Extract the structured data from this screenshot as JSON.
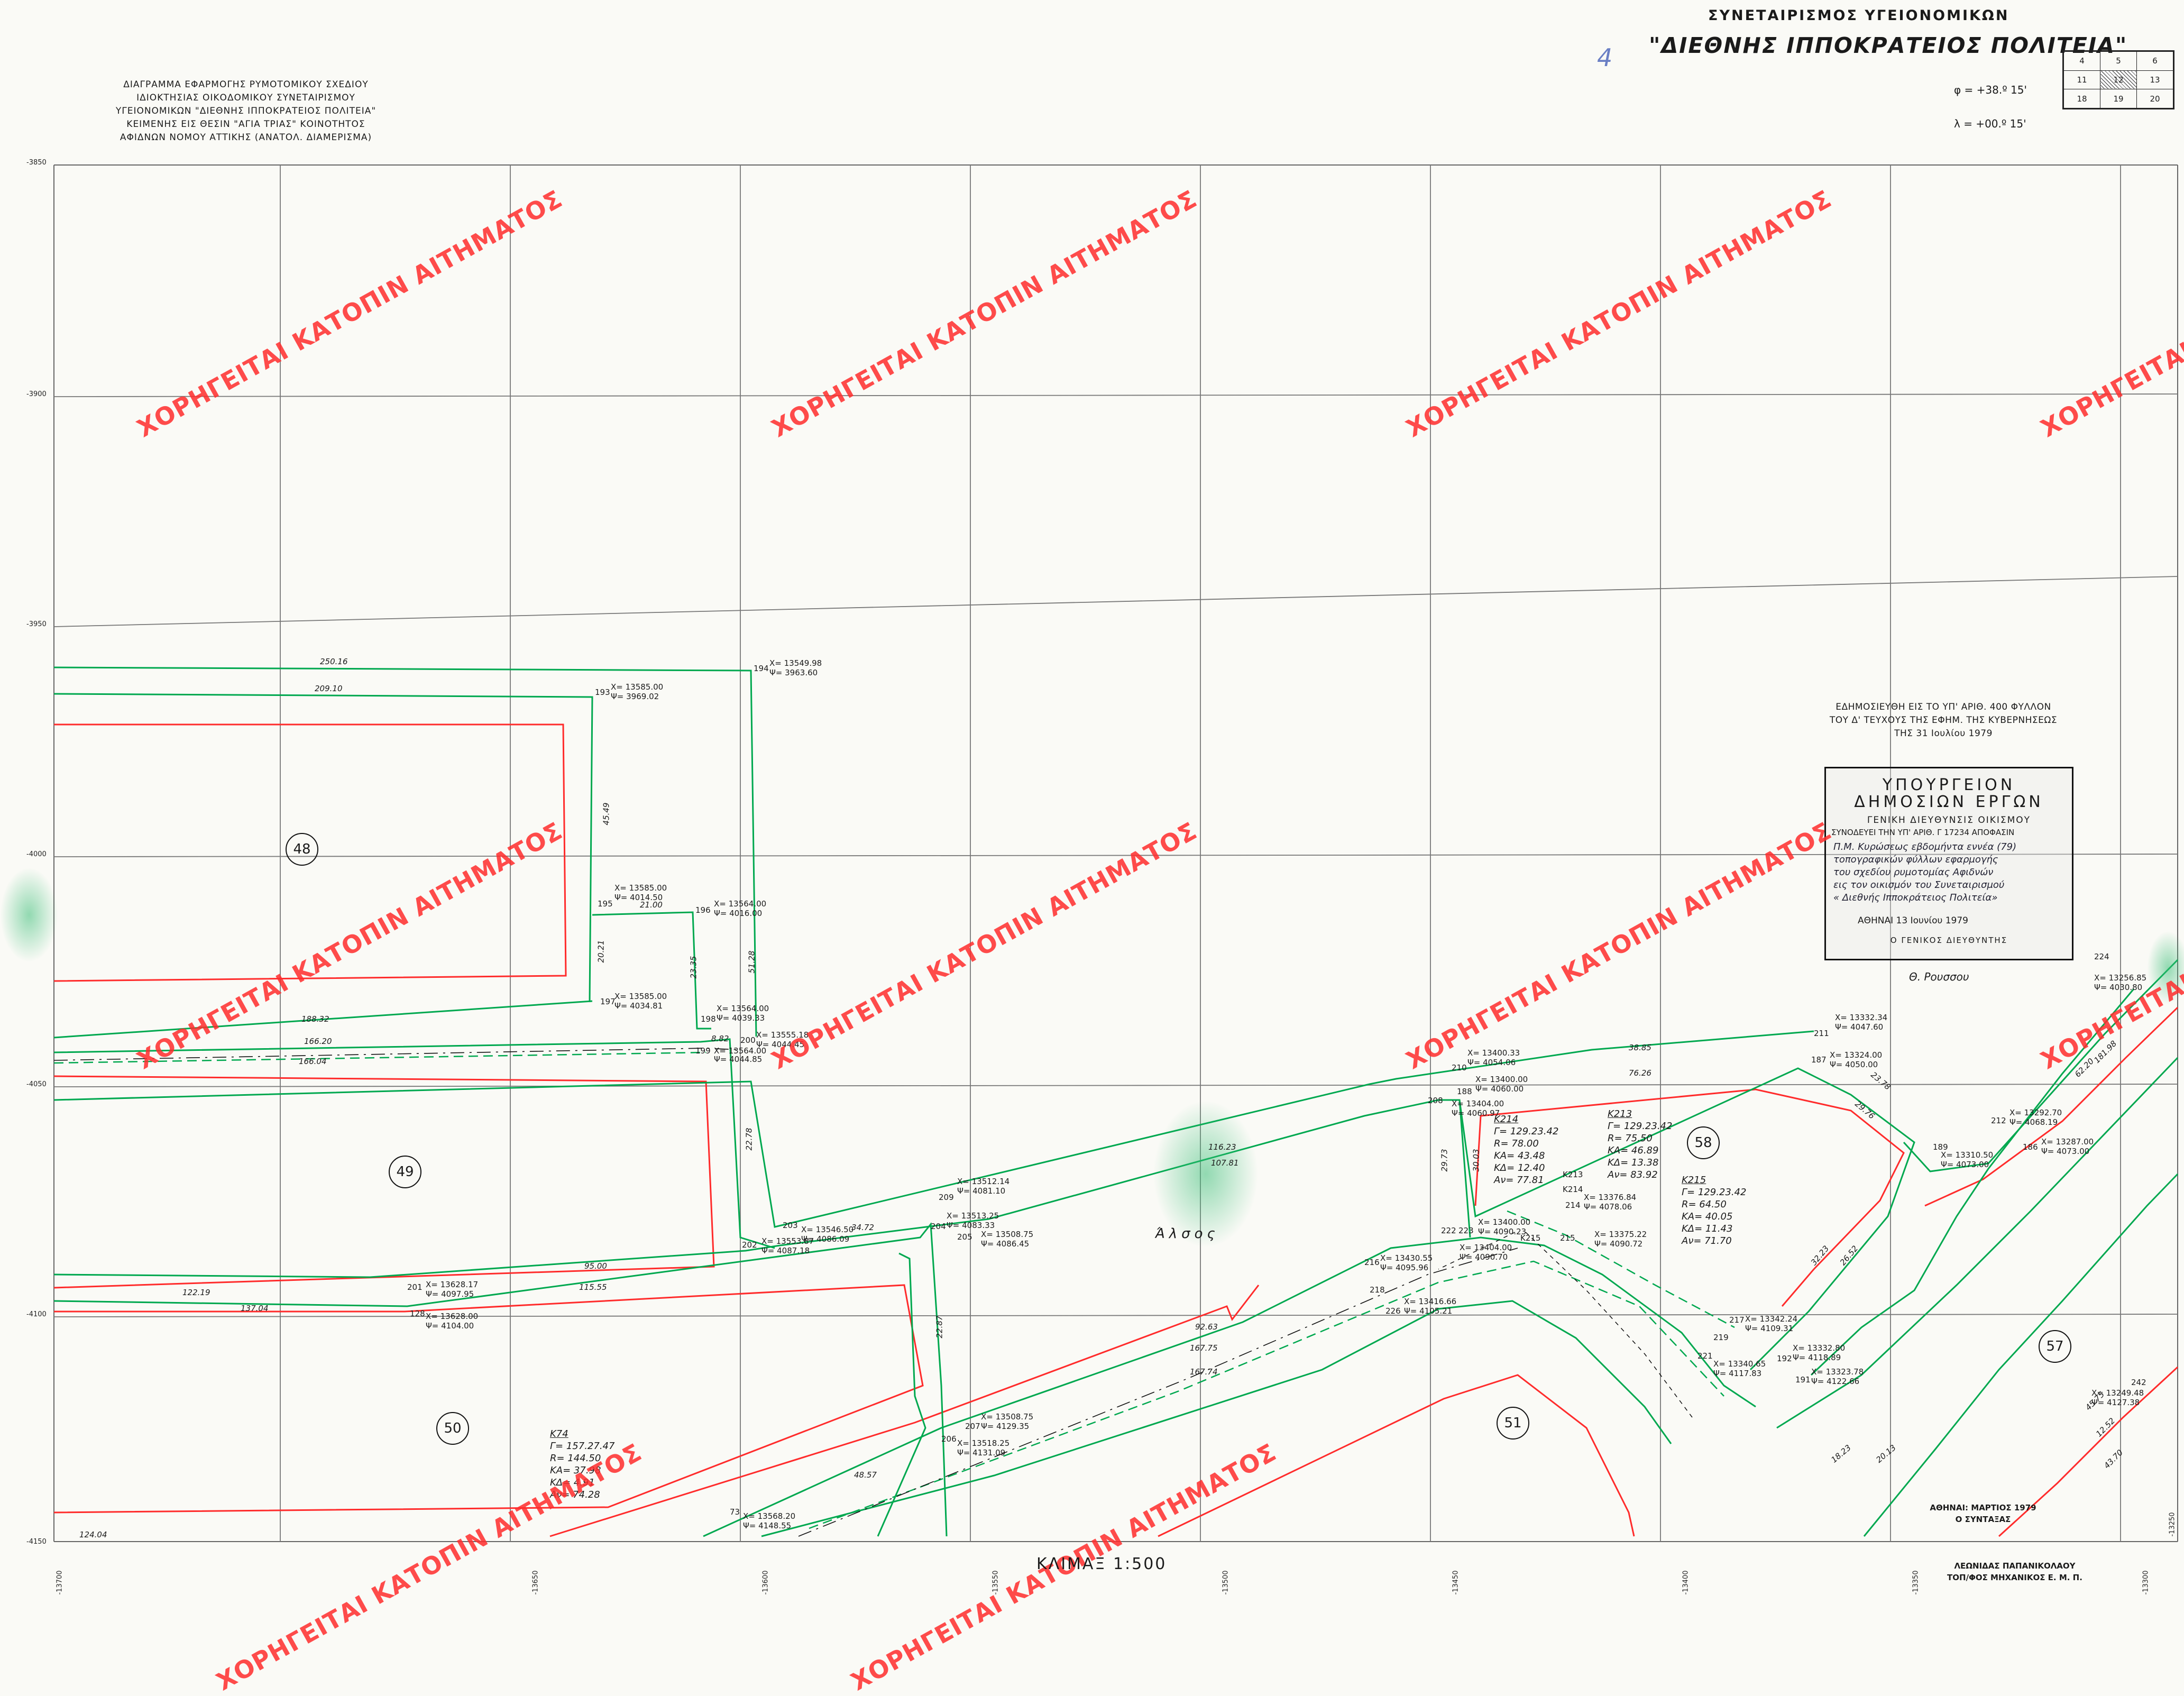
{
  "header": {
    "title_lines": [
      "ΔΙΑΓΡΑΜΜΑ ΕΦΑΡΜΟΓΗΣ ΡΥΜΟΤΟΜΙΚΟΥ ΣΧΕΔΙΟΥ",
      "ΙΔΙΟΚΤΗΣΙΑΣ ΟΙΚΟΔΟΜΙΚΟΥ ΣΥΝΕΤΑΙΡΙΣΜΟΥ",
      "ΥΓΕΙΟΝΟΜΙΚΩΝ \"ΔΙΕΘΝΗΣ ΙΠΠΟΚΡΑΤΕΙΟΣ ΠΟΛΙΤΕΙΑ\"",
      "ΚΕΙΜΕΝΗΣ ΕΙΣ ΘΕΣΙΝ \"ΑΓΙΑ ΤΡΙΑΣ\" ΚΟΙΝΟΤΗΤΟΣ",
      "ΑΦΙΔΝΩΝ ΝΟΜΟΥ ΑΤΤΙΚΗΣ (ΑΝΑΤΟΛ. ΔΙΑΜΕΡΙΣΜΑ)"
    ],
    "org_line1": "ΣΥΝΕΤΑΙΡΙΣΜΟΣ ΥΓΕΙΟΝΟΜΙΚΩΝ",
    "org_line2": "\"ΔΙΕΘΝΗΣ ΙΠΠΟΚΡΑΤΕΙΟΣ ΠΟΛΙΤΕΙΑ\"",
    "page_number": "4",
    "latitude": "φ = +38.º 15'",
    "longitude": "λ = +00.º 15'",
    "sheet_index": [
      [
        "4",
        "5",
        "6"
      ],
      [
        "11",
        "12",
        "13"
      ],
      [
        "18",
        "19",
        "20"
      ]
    ]
  },
  "grid": {
    "y_labels": [
      "-3850",
      "-3900",
      "-3950",
      "-4000",
      "-4050",
      "-4100",
      "-4150"
    ],
    "x_labels": [
      "-13700",
      "-13650",
      "-13600",
      "-13550",
      "-13500",
      "-13450",
      "-13400",
      "-13350",
      "-13300",
      "-13250"
    ]
  },
  "blocks": [
    "48",
    "49",
    "50",
    "51",
    "57",
    "58"
  ],
  "points": {
    "p193": "193",
    "p193x": "X= 13585.00",
    "p193y": "Ψ= 3969.02",
    "p194": "194",
    "p194x": "X= 13549.98",
    "p194y": "Ψ= 3963.60",
    "p195": "195",
    "p195x": "X= 13585.00",
    "p195y": "Ψ= 4014.50",
    "p196": "196",
    "p196x": "X= 13564.00",
    "p196y": "Ψ= 4016.00",
    "p197": "197",
    "p197x": "X= 13585.00",
    "p197y": "Ψ= 4034.81",
    "p198": "198",
    "p198x": "X= 13564.00",
    "p198y": "Ψ= 4039.33",
    "p199": "199",
    "p199x": "X= 13564.00",
    "p199y": "Ψ= 4044.85",
    "p200": "200",
    "p200x": "X= 13555.18",
    "p200y": "Ψ= 4044.45",
    "p201": "201",
    "p201x": "X= 13628.17",
    "p201y": "Ψ= 4097.95",
    "p128": "128",
    "p128x": "X= 13628.00",
    "p128y": "Ψ= 4104.00",
    "p202": "202",
    "p202x": "X= 13553.87",
    "p202y": "Ψ= 4087.18",
    "p203": "203",
    "p203x": "X= 13546.50",
    "p203y": "Ψ= 4086.09",
    "p204": "204",
    "p204x": "X= 13513.25",
    "p204y": "Ψ= 4083.33",
    "p205": "205",
    "p205x": "X= 13508.75",
    "p205y": "Ψ= 4086.45",
    "p209": "209",
    "p209x": "X= 13512.14",
    "p209y": "Ψ= 4081.10",
    "p206": "206",
    "p206x": "X= 13518.25",
    "p206y": "Ψ= 4131.09",
    "p207": "207",
    "p207x": "X= 13508.75",
    "p207y": "Ψ= 4129.35",
    "p73": "73",
    "p73x": "X= 13568.20",
    "p73y": "Ψ= 4148.55",
    "p210": "210",
    "p210x": "X= 13400.33",
    "p210y": "Ψ= 4054.06",
    "p188": "188",
    "p188x": "X= 13400.00",
    "p188y": "Ψ= 4060.00",
    "p208": "208",
    "p208x": "X= 13404.00",
    "p208y": "Ψ= 4060.97",
    "p211": "211",
    "p211x": "X= 13332.34",
    "p211y": "Ψ= 4047.60",
    "p187": "187",
    "p187x": "X= 13324.00",
    "p187y": "Ψ= 4050.00",
    "p222": "222",
    "p223": "223",
    "p223x": "X= 13400.00",
    "p223y": "Ψ= 4090.23",
    "p214": "214",
    "p214x": "X= 13376.84",
    "p214y": "Ψ= 4078.06",
    "p215": "215",
    "p215x": "X= 13375.22",
    "p215y": "Ψ= 4090.72",
    "p216": "216",
    "p216x": "X= 13430.55",
    "p216y": "Ψ= 4095.96",
    "p217b": "X= 13404.00",
    "p217by": "Ψ= 4090.70",
    "p218": "218",
    "p226": "226",
    "p226x": "X= 13416.66",
    "p226y": "Ψ= 4105.21",
    "p217": "217",
    "p217x": "X= 13342.24",
    "p217y": "Ψ= 4109.31",
    "p219": "219",
    "p221": "221",
    "p221x": "X= 13340.65",
    "p221y": "Ψ= 4117.83",
    "p192": "192",
    "p192x": "X= 13332.80",
    "p192y": "Ψ= 4118.89",
    "p191": "191",
    "p191x": "X= 13323.78",
    "p191y": "Ψ= 4122.66",
    "p189": "189",
    "p189x": "X= 13310.50",
    "p189y": "Ψ= 4073.00",
    "p212": "212",
    "p212x": "X= 13292.70",
    "p212y": "Ψ= 4068.19",
    "p186": "186",
    "p186x": "X= 13287.00",
    "p186y": "Ψ= 4073.00",
    "p224": "224",
    "p224x": "X= 13256.85",
    "p224y": "Ψ= 4030.80",
    "p242": "242",
    "p242x": "X= 13249.48",
    "p242y": "Ψ= 4127.38"
  },
  "dims": {
    "d1": "250.16",
    "d2": "209.10",
    "d3": "188.32",
    "d4": "166.20",
    "d5": "166.04",
    "d6": "122.19",
    "d7": "137.04",
    "d8": "124.04",
    "d9": "95.00",
    "d10": "115.55",
    "d11": "45.49",
    "d12": "21.00",
    "d13": "20.21",
    "d14": "23.35",
    "d15": "51.28",
    "d16": "22.78",
    "d17": "8.82",
    "d18": "34.72",
    "d19": "22.87",
    "d20": "48.57",
    "d21": "116.23",
    "d22": "107.81",
    "d23": "92.63",
    "d24": "167.75",
    "d25": "167.74",
    "d26": "76.26",
    "d27": "38.85",
    "d28": "29.73",
    "d29": "30.03",
    "d30": "23.78",
    "d31": "29.76",
    "d32": "32.23",
    "d33": "26.52",
    "d34": "18.23",
    "d35": "20.13",
    "d36": "181.98",
    "d37": "62.20",
    "d38": "43.70",
    "d39": "12.52",
    "d40": "45.75"
  },
  "curves": {
    "k214": [
      "K214",
      "Γ= 129.23.42",
      "R= 78.00",
      "ΚΑ= 43.48",
      "ΚΔ= 12.40",
      "Αν= 77.81"
    ],
    "k213": [
      "K213",
      "Γ= 129.23.42",
      "R= 75.50",
      "ΚΑ= 46.89",
      "ΚΔ= 13.38",
      "Αν= 83.92"
    ],
    "k215": [
      "K215",
      "Γ= 129.23.42",
      "R= 64.50",
      "ΚΑ= 40.05",
      "ΚΔ= 11.43",
      "Αν= 71.70"
    ],
    "k74": [
      "K74",
      "Γ= 157.27.47",
      "R= 144.50",
      "ΚΑ= 37.98",
      "ΚΔ= 4.91",
      "Αν= 74.28"
    ],
    "k213b": "K213",
    "k214b": "K214",
    "k215b": "K215"
  },
  "place_name": "Άλσος",
  "publication_note": [
    "ΕΔΗΜΟΣΙΕΥΘΗ ΕΙΣ ΤΟ ΥΠ' ΑΡΙΘ. 400 ΦΥΛΛΟΝ",
    "ΤΟΥ Δ' ΤΕΥΧΟΥΣ ΤΗΣ ΕΦΗΜ. ΤΗΣ ΚΥΒΕΡΝΗΣΕΩΣ",
    "ΤΗΣ 31 Ιουλίου 1979"
  ],
  "stamp": {
    "line1": "ΥΠΟΥΡΓΕΙΟΝ",
    "line2": "ΔΗΜΟΣΙΩΝ ΕΡΓΩΝ",
    "line3": "ΓΕΝΙΚΗ ΔΙΕΥΘΥΝΣΙΣ ΟΙΚΙΣΜΟΥ",
    "line4": "ΣΥΝΟΔΕΥΕΙ ΤΗΝ ΥΠ' ΑΡΙΘ. Γ 17234 ΑΠΟΦΑΣΙΝ",
    "handwritten": [
      "Π.Μ. Κυρώσεως εβδομήντα εννέα (79)",
      "τοπογραφικών φύλλων εφαρμογής",
      "του σχεδίου ρυμοτομίας Αφιδνών",
      "εις τον οικισμόν του Συνεταιρισμού",
      "« Διεθνής Ιπποκράτειος Πολιτεία»"
    ],
    "date_line": "ΑΘΗΝΑΙ 13 Ιουνίου 1979",
    "role": "Ο ΓΕΝΙΚΟΣ ΔΙΕΥΘΥΝΤΗΣ"
  },
  "signature": "Θ. Ρουσσου",
  "watermark_text": "ΧΟΡΗΓΕΙΤΑΙ ΚΑΤΟΠΙΝ ΑΙΤΗΜΑΤΟΣ",
  "scale": "ΚΛΙΜΑΞ 1:500",
  "footer_right": [
    "ΑΘΗΝΑΙ: ΜΑΡΤΙΟΣ 1979",
    "Ο ΣΥΝΤΑΞΑΣ"
  ],
  "footer_author": [
    "ΛΕΩΝΙΔΑΣ ΠΑΠΑΝΙΚΟΛΑΟΥ",
    "ΤΟΠ/ΦΟΣ ΜΗΧΑΝΙΚΟΣ Ε. Μ. Π."
  ],
  "colors": {
    "lot_lines": "#ff2b2b",
    "street_lines": "#00a84f",
    "grid": "#666666",
    "watermark": "#ff2d2d"
  }
}
